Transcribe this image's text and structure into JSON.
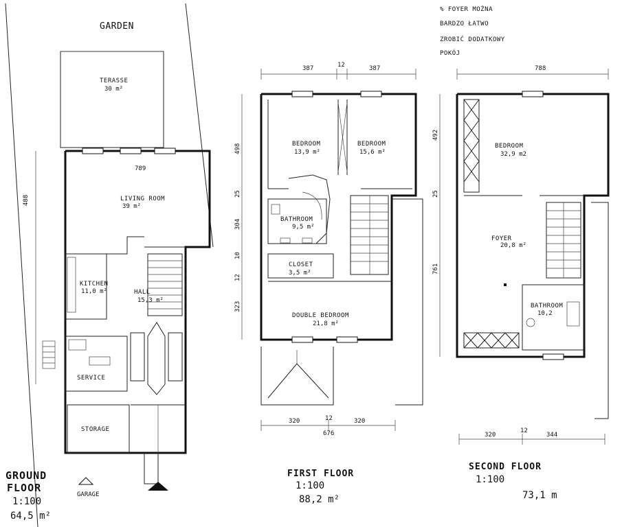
{
  "garden_label": "GARDEN",
  "notes": [
    "% FOYER MOŻNA",
    "BARDZO ŁATWO",
    "ZROBIĆ DODATKOWY",
    "POKÓJ"
  ],
  "ground_floor": {
    "title_line1": "GROUND",
    "title_line2": "FLOOR",
    "scale": "1:100",
    "total_area": "64,5 m²",
    "garage_label": "GARAGE",
    "rooms": {
      "terrace": {
        "name": "TERASSE",
        "area": "30 m²"
      },
      "living": {
        "name": "LIVING ROOM",
        "area": "39 m²"
      },
      "kitchen": {
        "name": "KITCHEN",
        "area": "11,0 m²"
      },
      "hall": {
        "name": "HALL",
        "area": "15,3 m²"
      },
      "service": {
        "name": "SERVICE"
      },
      "storage": {
        "name": "STORAGE"
      }
    },
    "dims": {
      "left": "488",
      "top": "789"
    }
  },
  "first_floor": {
    "title": "FIRST FLOOR",
    "scale": "1:100",
    "total_area": "88,2 m²",
    "rooms": {
      "bedroom1": {
        "name": "BEDROOM",
        "area": "13,9 m²"
      },
      "bedroom2": {
        "name": "BEDROOM",
        "area": "15,6 m²"
      },
      "bathroom": {
        "name": "BATHROOM",
        "area": "9,5 m²"
      },
      "closet": {
        "name": "CLOSET",
        "area": "3,5 m²"
      },
      "double_bedroom": {
        "name": "DOUBLE BEDROOM",
        "area": "21,8 m²"
      }
    },
    "dims": {
      "top_a": "387",
      "top_b": "12",
      "top_c": "387",
      "left_1": "498",
      "left_2": "25",
      "left_3": "304",
      "left_4": "10",
      "left_5": "12",
      "left_6": "323",
      "bottom_a": "320",
      "bottom_b": "12",
      "bottom_c": "320",
      "bottom_total": "676"
    }
  },
  "second_floor": {
    "title": "SECOND FLOOR",
    "scale": "1:100",
    "total_area": "73,1 m",
    "rooms": {
      "bedroom": {
        "name": "BEDROOM",
        "area": "32,9 m2"
      },
      "foyer": {
        "name": "FOYER",
        "area": "20,8 m²"
      },
      "bathroom": {
        "name": "BATHROOM",
        "area": "10,2"
      }
    },
    "dims": {
      "top": "788",
      "left_1": "492",
      "left_2": "25",
      "left_3": "761",
      "bottom_a": "320",
      "bottom_b": "12",
      "bottom_c": "344"
    }
  }
}
